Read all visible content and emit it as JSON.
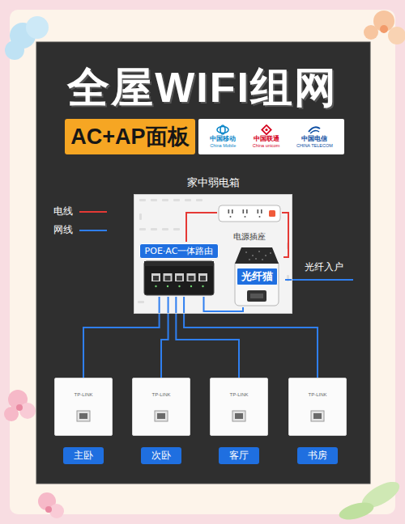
{
  "diagram": {
    "title": "全屋WIFI组网",
    "nodes": [
      {
        "text": [
          "AC+AP面板"
        ]
      },
      {
        "text": [
          "中国移动",
          "China Mobile",
          "中国联通",
          "China unicom",
          "中国电信",
          "CHINA TELECOM"
        ]
      },
      {
        "text": [
          "家中弱电箱"
        ]
      },
      {
        "text": [
          "电源插座"
        ],
        "in": 2
      },
      {
        "text": [
          "POE·AC一体路由"
        ],
        "in": 2
      },
      {
        "text": [
          "光纤猫"
        ],
        "in": 2
      },
      {
        "text": [
          "TP-LINK",
          "主卧"
        ]
      },
      {
        "text": [
          "TP-LINK",
          "次卧"
        ]
      },
      {
        "text": [
          "TP-LINK",
          "客厅"
        ]
      },
      {
        "text": [
          "TP-LINK",
          "书房"
        ]
      }
    ],
    "edges": [
      {
        "from": 3,
        "to": 4,
        "arrow": "none"
      },
      {
        "from": 3,
        "to": 5,
        "arrow": "none"
      },
      {
        "from": 5,
        "to": 4,
        "arrow": "none"
      },
      {
        "from": 4,
        "to": 6,
        "arrow": "none"
      },
      {
        "from": 4,
        "to": 7,
        "arrow": "none"
      },
      {
        "from": 4,
        "to": 8,
        "arrow": "none"
      },
      {
        "from": 4,
        "to": 9,
        "arrow": "none"
      }
    ],
    "labels": [
      "光纤入户"
    ],
    "legend": [
      {
        "text": "电线"
      },
      {
        "text": "网线"
      }
    ]
  }
}
